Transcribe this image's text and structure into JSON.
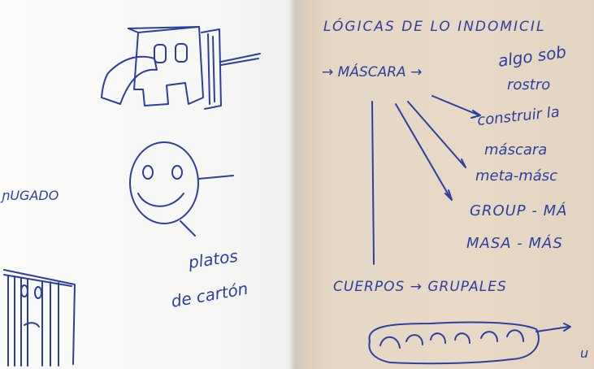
{
  "left_page": {
    "word_left_edge": "ɲUGADO",
    "caption_line1": "platos",
    "caption_line2": "de cartón"
  },
  "right_page": {
    "heading": "LÓGICAS DE LO INDOMICIL",
    "row1_term": "→ MÁSCARA →",
    "row1_def1": "algo sob",
    "row1_def2": "rostro",
    "branch1": "construir la",
    "branch2": "máscara",
    "branch3": "meta-másc",
    "branch4": "GROUP - MÁ",
    "branch5": "MASA - MÁS",
    "row2": "CUERPOS → GRUPALES",
    "tail_arrow_text1": "→ ",
    "tail_arrow_text2": "u"
  },
  "colors": {
    "ink": "#2c3f9e",
    "left_paper": "#f8f8f6",
    "right_paper": "#e6d7c5"
  }
}
